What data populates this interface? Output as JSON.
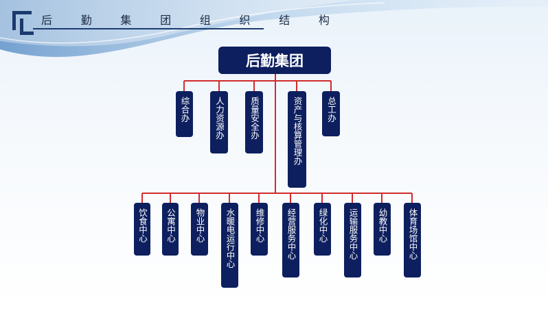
{
  "header": {
    "title_chars": [
      "后",
      "勤",
      "集",
      "团",
      "组",
      "织",
      "结",
      "构"
    ]
  },
  "org": {
    "root": "后勤集团",
    "offices": [
      "综合办",
      "人力资源办",
      "质量安全办",
      "资产与核算管理办",
      "总工办"
    ],
    "centers": [
      "饮食中心",
      "公寓中心",
      "物业中心",
      "水暖电运行中心",
      "维修中心",
      "经营服务中心",
      "绿化中心",
      "运输服务中心",
      "幼教中心",
      "体育场馆中心"
    ]
  },
  "colors": {
    "box": "#0d1f5e",
    "line": "#d12b2b",
    "header_accent": "#1a3a6e"
  }
}
